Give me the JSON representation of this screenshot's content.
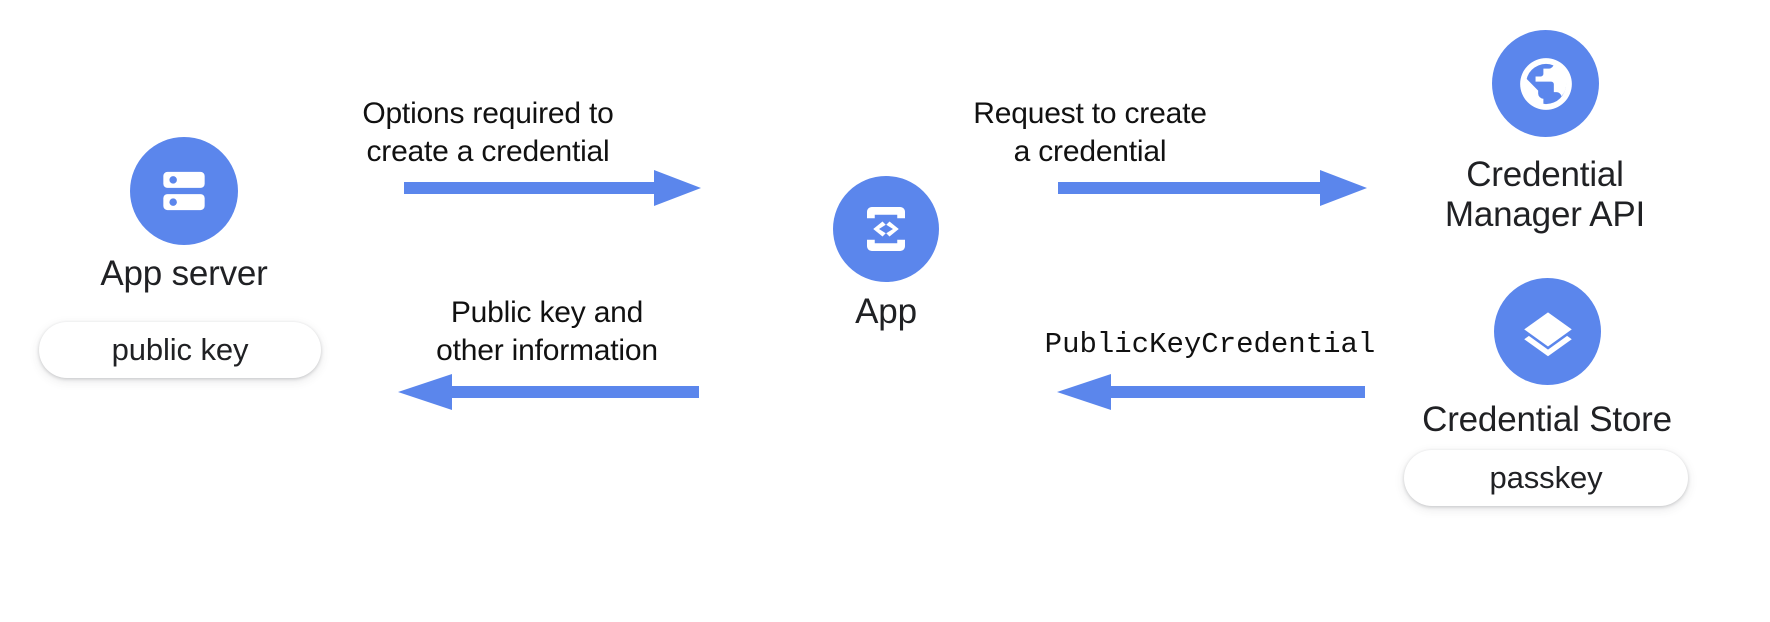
{
  "diagram": {
    "title": "Passkey creation flow between App server, App, Credential Manager API and Credential Store",
    "accent_color": "#5b86ec",
    "text_color": "#202124",
    "background": "#ffffff"
  },
  "nodes": [
    {
      "id": "app-server",
      "label": "App server",
      "icon": "server-icon",
      "pill": "public key"
    },
    {
      "id": "app",
      "label": "App",
      "icon": "app-code-device-icon",
      "pill": null
    },
    {
      "id": "credential-manager-api",
      "label": "Credential\nManager API",
      "icon": "globe-icon",
      "pill": null
    },
    {
      "id": "credential-store",
      "label": "Credential Store",
      "icon": "layers-icon",
      "pill": "passkey"
    }
  ],
  "edges": [
    {
      "id": "options-required",
      "label": "Options required to\ncreate a credential",
      "direction": "right",
      "from": "app-server",
      "to": "app",
      "mono": false
    },
    {
      "id": "public-key-and-other-information",
      "label": "Public key and\nother information",
      "direction": "left",
      "from": "app",
      "to": "app-server",
      "mono": false
    },
    {
      "id": "request-to-create",
      "label": "Request to create\na credential",
      "direction": "right",
      "from": "app",
      "to": "credential-manager-api",
      "mono": false
    },
    {
      "id": "public-key-credential",
      "label": "PublicKeyCredential",
      "direction": "left",
      "from": "credential-store",
      "to": "app",
      "mono": true
    }
  ]
}
